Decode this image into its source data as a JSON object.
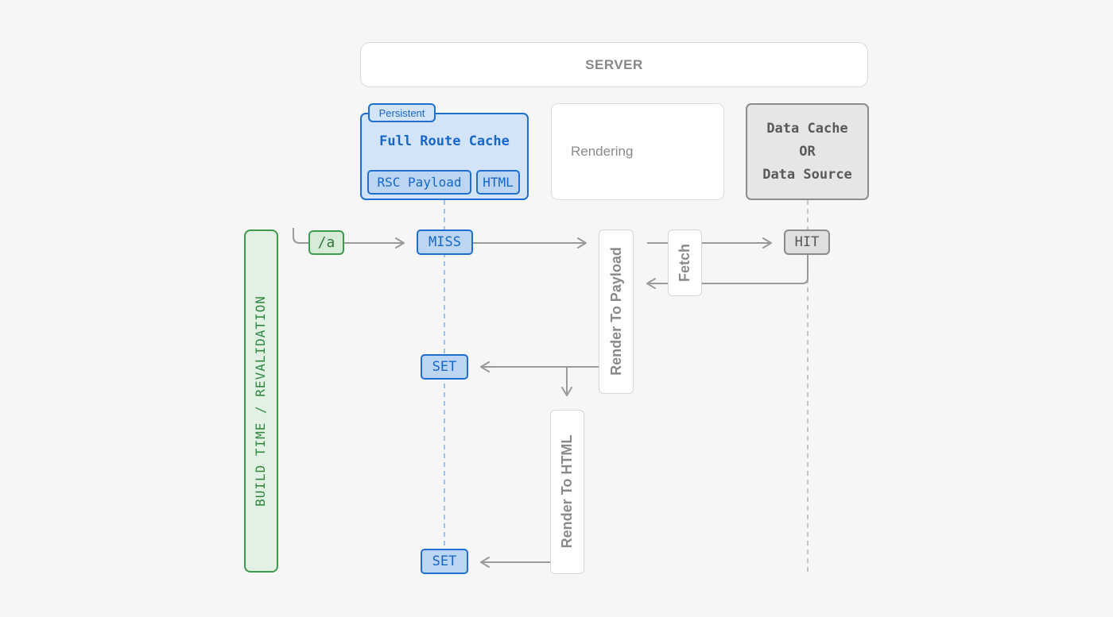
{
  "server": {
    "label": "SERVER"
  },
  "full_route_cache": {
    "badge": "Persistent",
    "title": "Full Route Cache",
    "items": [
      "RSC Payload",
      "HTML"
    ]
  },
  "rendering": {
    "label": "Rendering"
  },
  "data_cache": {
    "lines": [
      "Data Cache",
      "OR",
      "Data Source"
    ]
  },
  "build_time": {
    "label": "BUILD TIME / REVALIDATION"
  },
  "flow": {
    "route": "/a",
    "miss": "MISS",
    "hit": "HIT",
    "set_1": "SET",
    "set_2": "SET",
    "render_to_payload": "Render To Payload",
    "fetch": "Fetch",
    "render_to_html": "Render To HTML"
  },
  "colors": {
    "blue": "#1f6fd0",
    "blue_fill": "#d3e4f8",
    "green": "#3e9b4d",
    "green_fill": "#e2f1e4",
    "gray": "#8c8c8c",
    "arrow": "#9a9a9a"
  }
}
